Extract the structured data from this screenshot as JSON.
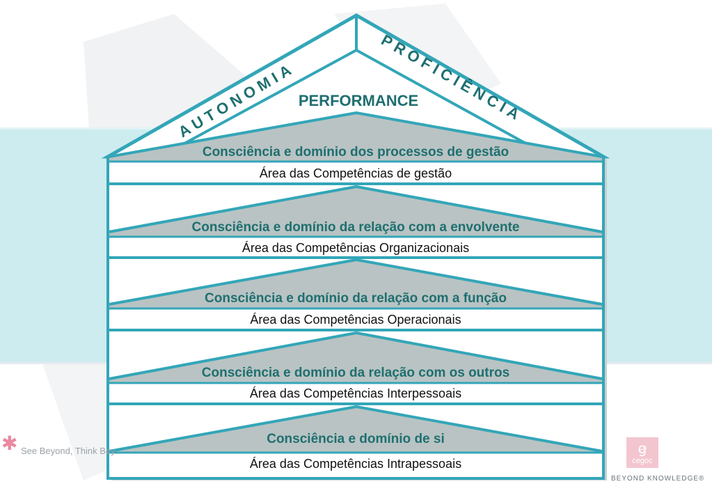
{
  "header": {
    "performance": "PERFORMANCE",
    "left_roof": "AUTONOMIA",
    "right_roof": "PROFICIÊNCIA"
  },
  "tiers": [
    {
      "title": "Consciência e domínio dos processos de gestão",
      "area": "Área das Competências de gestão"
    },
    {
      "title": "Consciência e domínio da relação com a envolvente",
      "area": "Área das Competências Organizacionais"
    },
    {
      "title": "Consciência e domínio da relação com a função",
      "area": "Área das Competências Operacionais"
    },
    {
      "title": "Consciência e domínio da relação com os outros",
      "area": "Área das Competências Interpessoais"
    },
    {
      "title": "Consciência e domínio de si",
      "area": "Área das Competências Intrapessoais"
    }
  ],
  "branding": {
    "left_slogan": "See Beyond, Think Bey",
    "right_slogan": "BEYOND KNOWLEDGE®",
    "logo_text": "cegoc"
  },
  "colors": {
    "teal": "#33a6b8",
    "dark_teal": "#1f6f70",
    "gray_band": "#b9c3c3",
    "light_band": "#cdecef"
  }
}
